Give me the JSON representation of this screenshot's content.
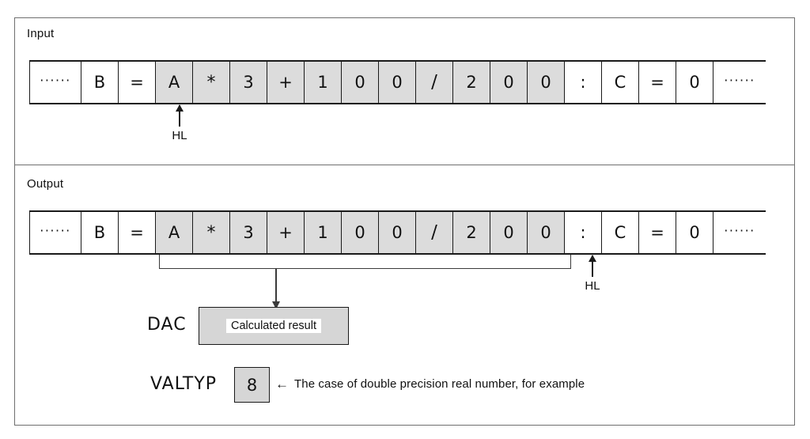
{
  "figure": {
    "panels": [
      {
        "caption": "Input",
        "cells": [
          {
            "text": "······",
            "kind": "ellipsis",
            "shaded": false
          },
          {
            "text": "B",
            "kind": "char",
            "shaded": false
          },
          {
            "text": "=",
            "kind": "char",
            "shaded": false
          },
          {
            "text": "A",
            "kind": "char",
            "shaded": true
          },
          {
            "text": "*",
            "kind": "star",
            "shaded": true
          },
          {
            "text": "3",
            "kind": "char",
            "shaded": true
          },
          {
            "text": "+",
            "kind": "char",
            "shaded": true
          },
          {
            "text": "1",
            "kind": "char",
            "shaded": true
          },
          {
            "text": "0",
            "kind": "char",
            "shaded": true
          },
          {
            "text": "0",
            "kind": "char",
            "shaded": true
          },
          {
            "text": "/",
            "kind": "slash",
            "shaded": true
          },
          {
            "text": "2",
            "kind": "char",
            "shaded": true
          },
          {
            "text": "0",
            "kind": "char",
            "shaded": true
          },
          {
            "text": "0",
            "kind": "char",
            "shaded": true
          },
          {
            "text": ":",
            "kind": "colon",
            "shaded": false
          },
          {
            "text": "C",
            "kind": "char",
            "shaded": false
          },
          {
            "text": "=",
            "kind": "char",
            "shaded": false
          },
          {
            "text": "0",
            "kind": "char",
            "shaded": false
          },
          {
            "text": "······",
            "kind": "ellipsis-tail",
            "shaded": false
          }
        ],
        "pointer": {
          "label": "HL",
          "points_to_cell_index": 3,
          "points_to_text": "A"
        }
      },
      {
        "caption": "Output",
        "cells": [
          {
            "text": "······",
            "kind": "ellipsis",
            "shaded": false
          },
          {
            "text": "B",
            "kind": "char",
            "shaded": false
          },
          {
            "text": "=",
            "kind": "char",
            "shaded": false
          },
          {
            "text": "A",
            "kind": "char",
            "shaded": true
          },
          {
            "text": "*",
            "kind": "star",
            "shaded": true
          },
          {
            "text": "3",
            "kind": "char",
            "shaded": true
          },
          {
            "text": "+",
            "kind": "char",
            "shaded": true
          },
          {
            "text": "1",
            "kind": "char",
            "shaded": true
          },
          {
            "text": "0",
            "kind": "char",
            "shaded": true
          },
          {
            "text": "0",
            "kind": "char",
            "shaded": true
          },
          {
            "text": "/",
            "kind": "slash",
            "shaded": true
          },
          {
            "text": "2",
            "kind": "char",
            "shaded": true
          },
          {
            "text": "0",
            "kind": "char",
            "shaded": true
          },
          {
            "text": "0",
            "kind": "char",
            "shaded": true
          },
          {
            "text": ":",
            "kind": "colon",
            "shaded": false
          },
          {
            "text": "C",
            "kind": "char",
            "shaded": false
          },
          {
            "text": "=",
            "kind": "char",
            "shaded": false
          },
          {
            "text": "0",
            "kind": "char",
            "shaded": false
          },
          {
            "text": "······",
            "kind": "ellipsis-tail",
            "shaded": false
          }
        ],
        "pointer": {
          "label": "HL",
          "points_to_cell_index": 14,
          "points_to_text": ":"
        }
      }
    ],
    "bracket": {
      "spans_cells_from_index": 3,
      "spans_cells_to_index": 13,
      "spans_text": "A*3+100/200"
    },
    "dac": {
      "label": "DAC",
      "value": "Calculated result"
    },
    "valtyp": {
      "label": "VALTYP",
      "value": "8",
      "note_arrow": "←",
      "note": "The case of double precision real number, for example"
    },
    "colors": {
      "shaded_cell": "#dcdcdc",
      "box_fill": "#d6d6d6",
      "ink": "#1a1a1a",
      "frame": "#6f6f6f"
    }
  }
}
